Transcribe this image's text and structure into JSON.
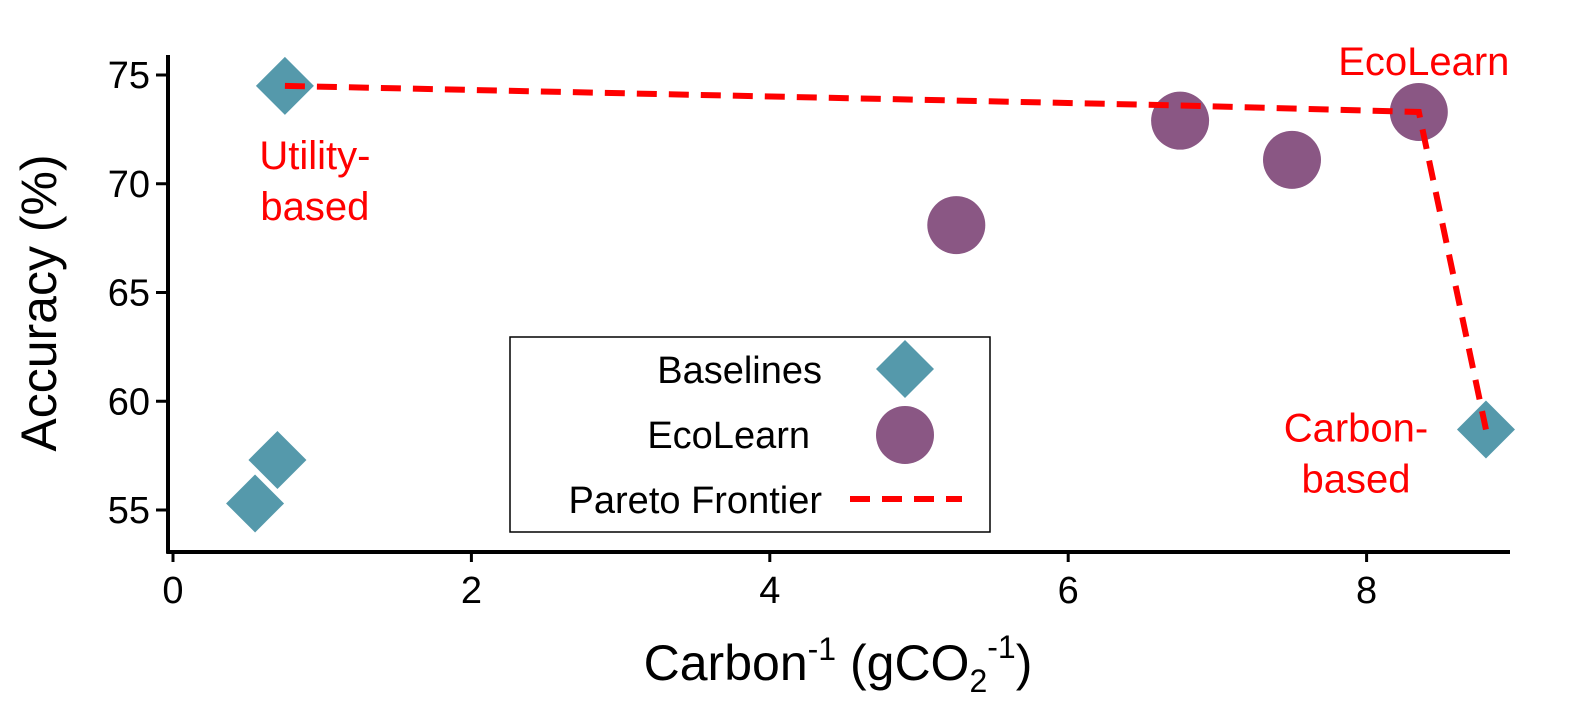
{
  "chart_data": {
    "type": "scatter",
    "xlabel": {
      "base": "Carbon",
      "sup1": "-1",
      "paren": " (gCO",
      "sub": "2",
      "sup2": "-1",
      "close": ")"
    },
    "ylabel": "Accuracy (%)",
    "xlim": [
      0,
      9
    ],
    "ylim": [
      53,
      76
    ],
    "xticks": [
      0,
      2,
      4,
      6,
      8
    ],
    "yticks": [
      55,
      60,
      65,
      70,
      75
    ],
    "grid": false,
    "legend_position": "lower-center",
    "colors": {
      "baseline": "#5599ab",
      "ecolearn": "#8a5784",
      "pareto": "#ff0000"
    },
    "series": [
      {
        "name": "Baselines",
        "marker": "diamond",
        "points": [
          [
            0.75,
            74.5
          ],
          [
            0.7,
            57.3
          ],
          [
            0.55,
            55.3
          ],
          [
            8.8,
            58.7
          ]
        ]
      },
      {
        "name": "EcoLearn",
        "marker": "circle",
        "points": [
          [
            5.25,
            68.1
          ],
          [
            6.75,
            72.9
          ],
          [
            7.5,
            71.1
          ],
          [
            8.35,
            73.3
          ]
        ]
      },
      {
        "name": "Pareto Frontier",
        "marker": "dashed-line",
        "points": [
          [
            0.75,
            74.5
          ],
          [
            6.75,
            73.6
          ],
          [
            8.35,
            73.3
          ],
          [
            8.8,
            58.7
          ]
        ]
      }
    ],
    "annotations": [
      {
        "lines": [
          "Utility-",
          "based"
        ],
        "x": 0.75,
        "y": 74.5
      },
      {
        "lines": [
          "EcoLearn"
        ],
        "x": 8.35,
        "y": 73.3
      },
      {
        "lines": [
          "Carbon-",
          "based"
        ],
        "x": 8.8,
        "y": 58.7
      }
    ],
    "legend": [
      {
        "label": "Baselines"
      },
      {
        "label": "EcoLearn"
      },
      {
        "label": "Pareto Frontier"
      }
    ]
  }
}
